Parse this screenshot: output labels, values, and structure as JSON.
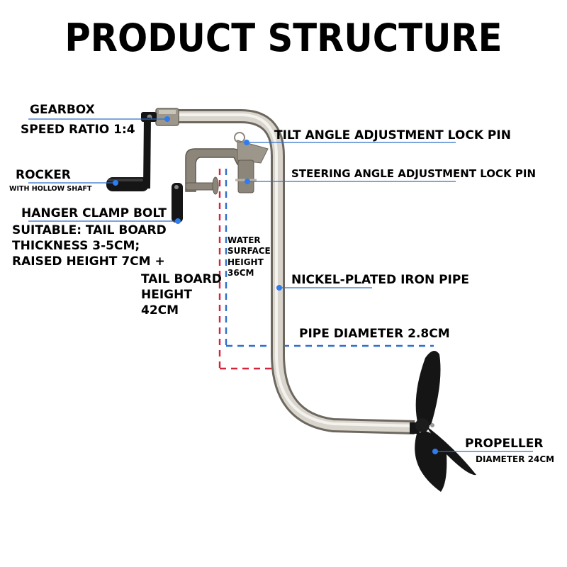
{
  "title": "PRODUCT STRUCTURE",
  "colors": {
    "leader_line": "#2f6fc9",
    "leader_dot": "#2f7cf0",
    "water_line": "#2f6fc9",
    "tailboard_line": "#d6223a",
    "pipe": "#b9b4aa",
    "handle": "#141414",
    "propeller": "#151515"
  },
  "labels": {
    "gearbox": {
      "title": "GEARBOX",
      "detail": "SPEED RATIO 1:4"
    },
    "rocker": {
      "title": "ROCKER",
      "detail": "WITH HOLLOW SHAFT"
    },
    "hanger_clamp": {
      "title": "HANGER CLAMP BOLT",
      "detail_lines": [
        "SUITABLE: TAIL BOARD",
        "THICKNESS 3-5CM;",
        "RAISED HEIGHT 7CM +"
      ]
    },
    "tail_board": {
      "lines": [
        "TAIL BOARD",
        "HEIGHT",
        "42CM"
      ]
    },
    "water_surface": {
      "lines": [
        "WATER",
        "SURFACE",
        "HEIGHT",
        "36CM"
      ]
    },
    "tilt_pin": "TILT ANGLE ADJUSTMENT LOCK PIN",
    "steering_pin": "STEERING ANGLE ADJUSTMENT LOCK PIN",
    "pipe": "NICKEL-PLATED IRON PIPE",
    "pipe_diameter": "PIPE DIAMETER 2.8CM",
    "propeller": {
      "title": "PROPELLER",
      "detail": "DIAMETER 24CM"
    }
  }
}
